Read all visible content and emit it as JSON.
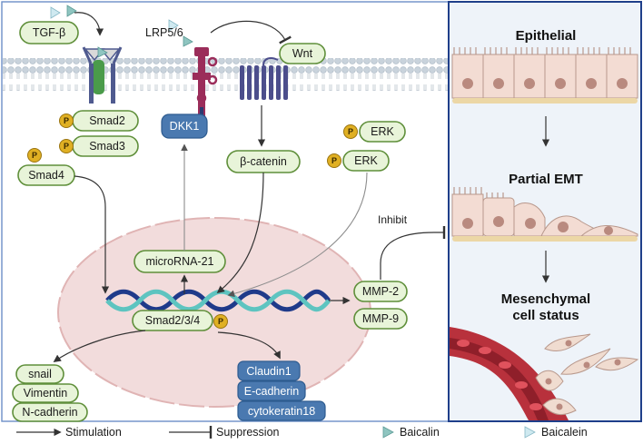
{
  "signals": {
    "tgf": "TGF-β",
    "lrp": "LRP5/6",
    "wnt": "Wnt",
    "dkk1": "DKK1",
    "smad2": "Smad2",
    "smad3": "Smad3",
    "smad4": "Smad4",
    "beta_catenin": "β-catenin",
    "erk1": "ERK",
    "erk2": "ERK",
    "p": "P"
  },
  "nucleus": {
    "microrna": "microRNA-21",
    "smad234": "Smad2/3/4"
  },
  "mmp": {
    "mmp2": "MMP-2",
    "mmp9": "MMP-9",
    "inhibit": "Inhibit"
  },
  "down_genes": [
    "snail",
    "Vimentin",
    "N-cadherin"
  ],
  "up_genes": [
    "Claudin1",
    "E-cadherin",
    "cytokeratin18"
  ],
  "emt": {
    "epithelial": "Epithelial",
    "partial": "Partial EMT",
    "mesenchymal_1": "Mesenchymal",
    "mesenchymal_2": "cell status"
  },
  "legend": {
    "stimulation": "Stimulation",
    "suppression": "Suppression",
    "baicalin": "Baicalin",
    "baicalein": "Baicalein"
  },
  "colors": {
    "pill_fill": "#e8f4d9",
    "pill_stroke": "#5f8f3a",
    "blue_box": "#4a79b0",
    "p_badge": "#e0b023",
    "nucleus": "#f2dcdc",
    "panel_bg": "#eef3f9",
    "baicalin": "#8fc5c0",
    "baicalein": "#cfe9f0"
  }
}
